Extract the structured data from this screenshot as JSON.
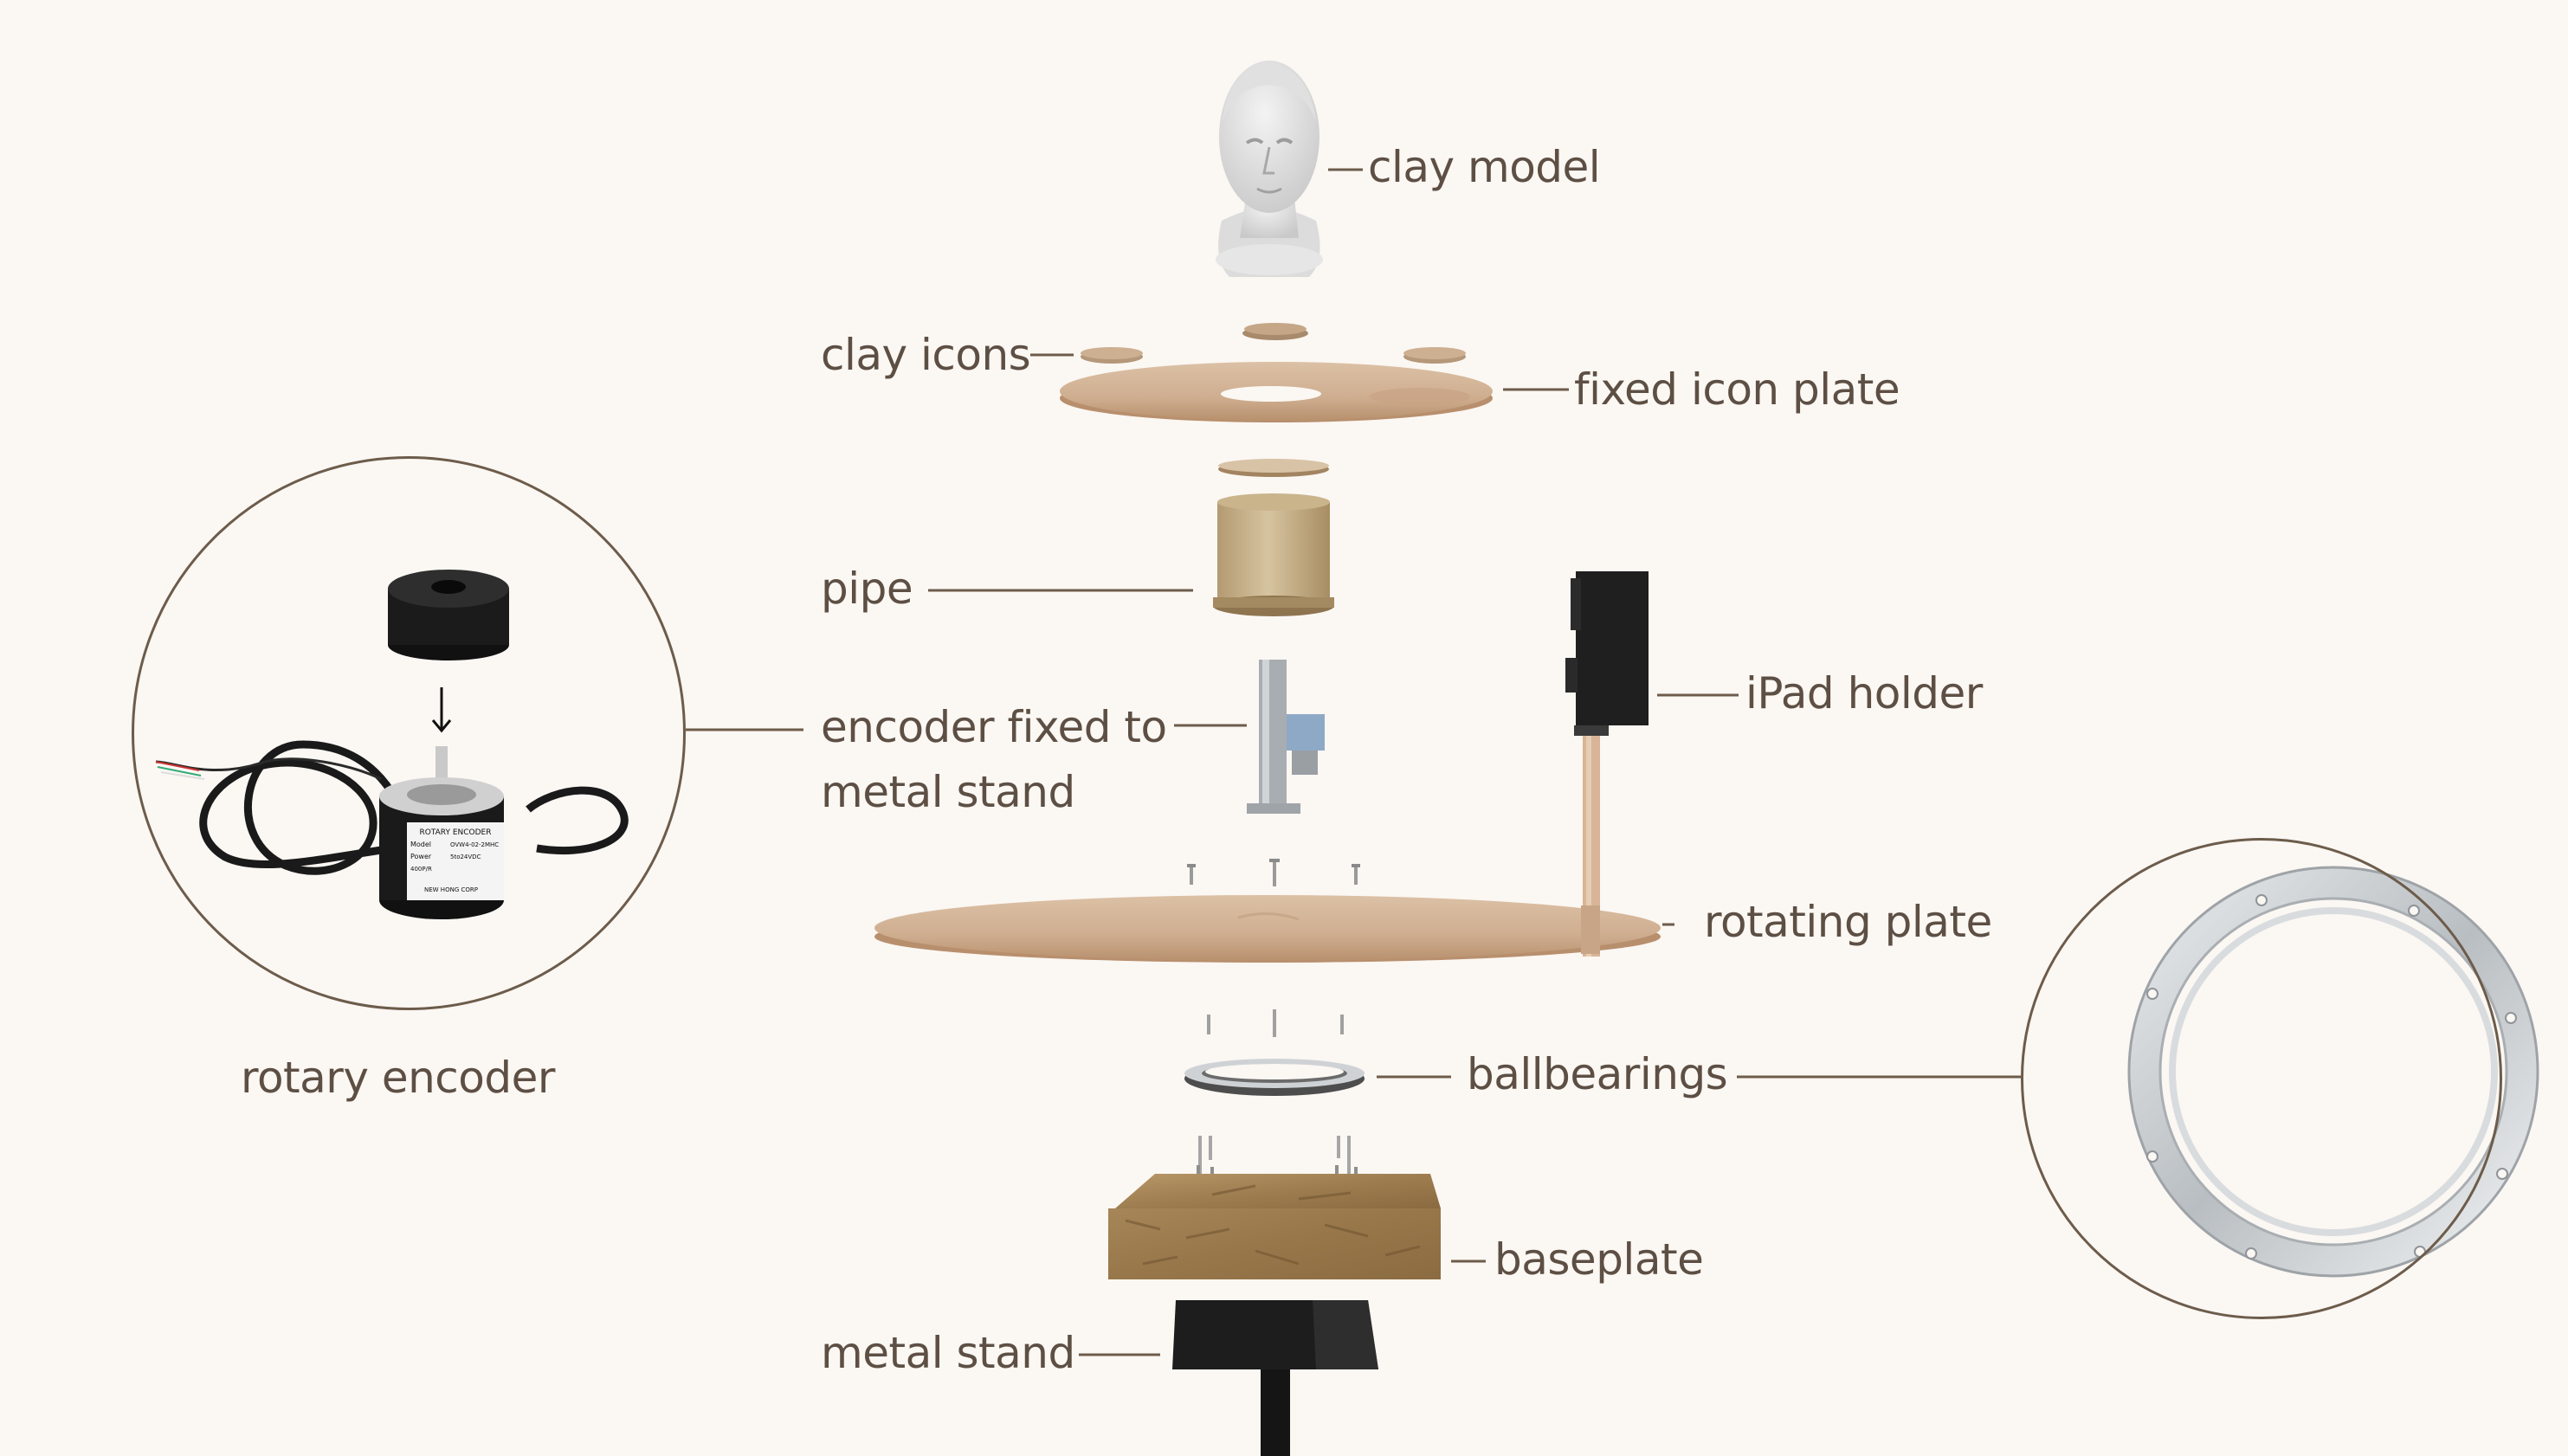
{
  "labels": {
    "clay_model": "clay model",
    "clay_icons": "clay icons",
    "fixed_icon_plate": "fixed icon plate",
    "pipe": "pipe",
    "encoder_line1": "encoder fixed to",
    "encoder_line2": "metal stand",
    "ipad_holder": "iPad holder",
    "rotating_plate": "rotating plate",
    "ballbearings": "ballbearings",
    "baseplate": "baseplate",
    "metal_stand": "metal stand",
    "rotary_encoder": "rotary encoder"
  },
  "encoder_sticker": {
    "title": "ROTARY ENCODER",
    "model_label": "Model",
    "model_value": "OVW4-02-2MHC",
    "power_label": "Power",
    "power_value": "5to24VDC",
    "res_value": "400P/R",
    "maker": "NEW HONG CORP"
  },
  "colors": {
    "background": "#fbf7f3",
    "text": "#5d4f44",
    "leader": "#6d5c4b",
    "wood": "#d6b79c",
    "osb": "#9b7a4e",
    "metal": "#b7bbbf",
    "black": "#1c1c1c"
  }
}
